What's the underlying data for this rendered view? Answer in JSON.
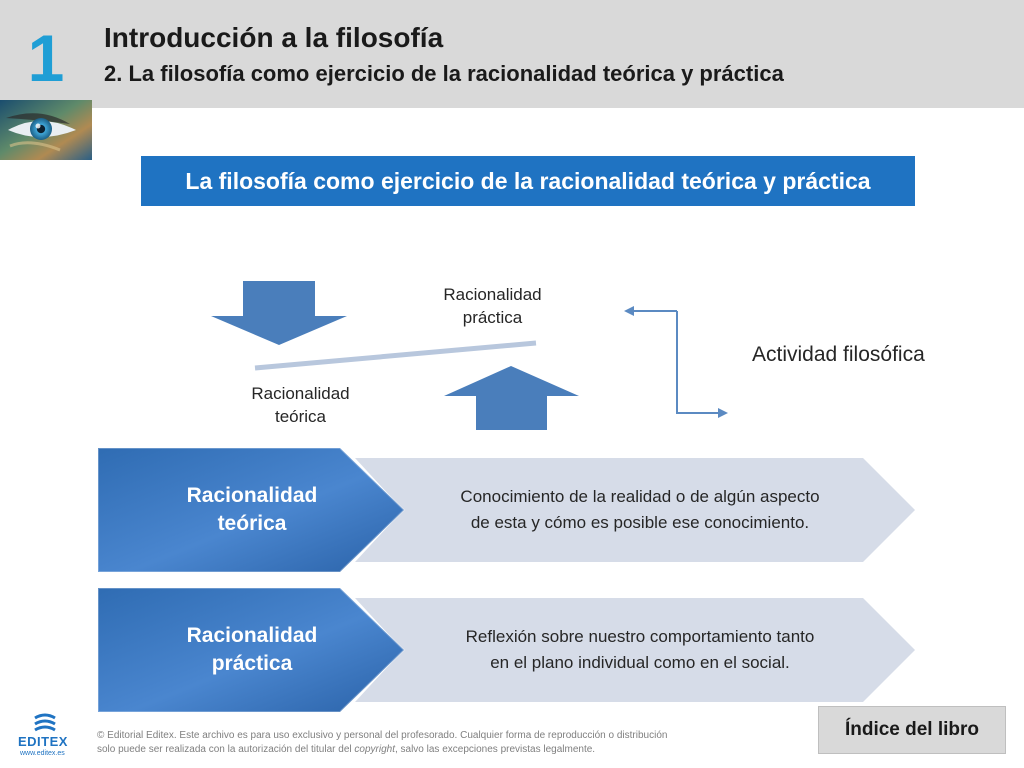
{
  "header": {
    "chapter_number": "1",
    "title": "Introducción a la filosofía",
    "subtitle": "2. La filosofía como ejercicio de la racionalidad teórica y práctica"
  },
  "banner": {
    "text": "La filosofía como ejercicio de la racionalidad teórica y práctica"
  },
  "balance": {
    "practica_line1": "Racionalidad",
    "practica_line2": "práctica",
    "teorica_line1": "Racionalidad",
    "teorica_line2": "teórica",
    "actividad": "Actividad filosófica"
  },
  "rows": [
    {
      "left_line1": "Racionalidad",
      "left_line2": "teórica",
      "right_line1": "Conocimiento de la realidad o de algún aspecto",
      "right_line2": "de esta y cómo es posible ese conocimiento."
    },
    {
      "left_line1": "Racionalidad",
      "left_line2": "práctica",
      "right_line1": "Reflexión sobre nuestro comportamiento tanto",
      "right_line2": "en el plano individual como en el social."
    }
  ],
  "footer": {
    "logo_text": "EDITEX",
    "logo_url": "www.editex.es",
    "copyright_line1": "© Editorial Editex. Este archivo es para uso exclusivo y personal del profesorado. Cualquier forma de reproducción o distribución",
    "copyright_line2_a": "solo puede ser realizada con la autorización del titular del ",
    "copyright_line2_em": "copyright",
    "copyright_line2_b": ", salvo las excepciones previstas legalmente.",
    "index_button": "Índice del libro"
  },
  "colors": {
    "accent_blue": "#1f73c2",
    "chapter_blue": "#1f9ed5",
    "arrow_blue": "#4a7ebb",
    "chevron_light": "#d6dce8",
    "header_gray": "#d9d9d9"
  },
  "icons": [
    "eye-earth-image",
    "down-arrow-icon",
    "up-arrow-icon",
    "bracket-arrow-icon",
    "editex-logo-icon"
  ]
}
